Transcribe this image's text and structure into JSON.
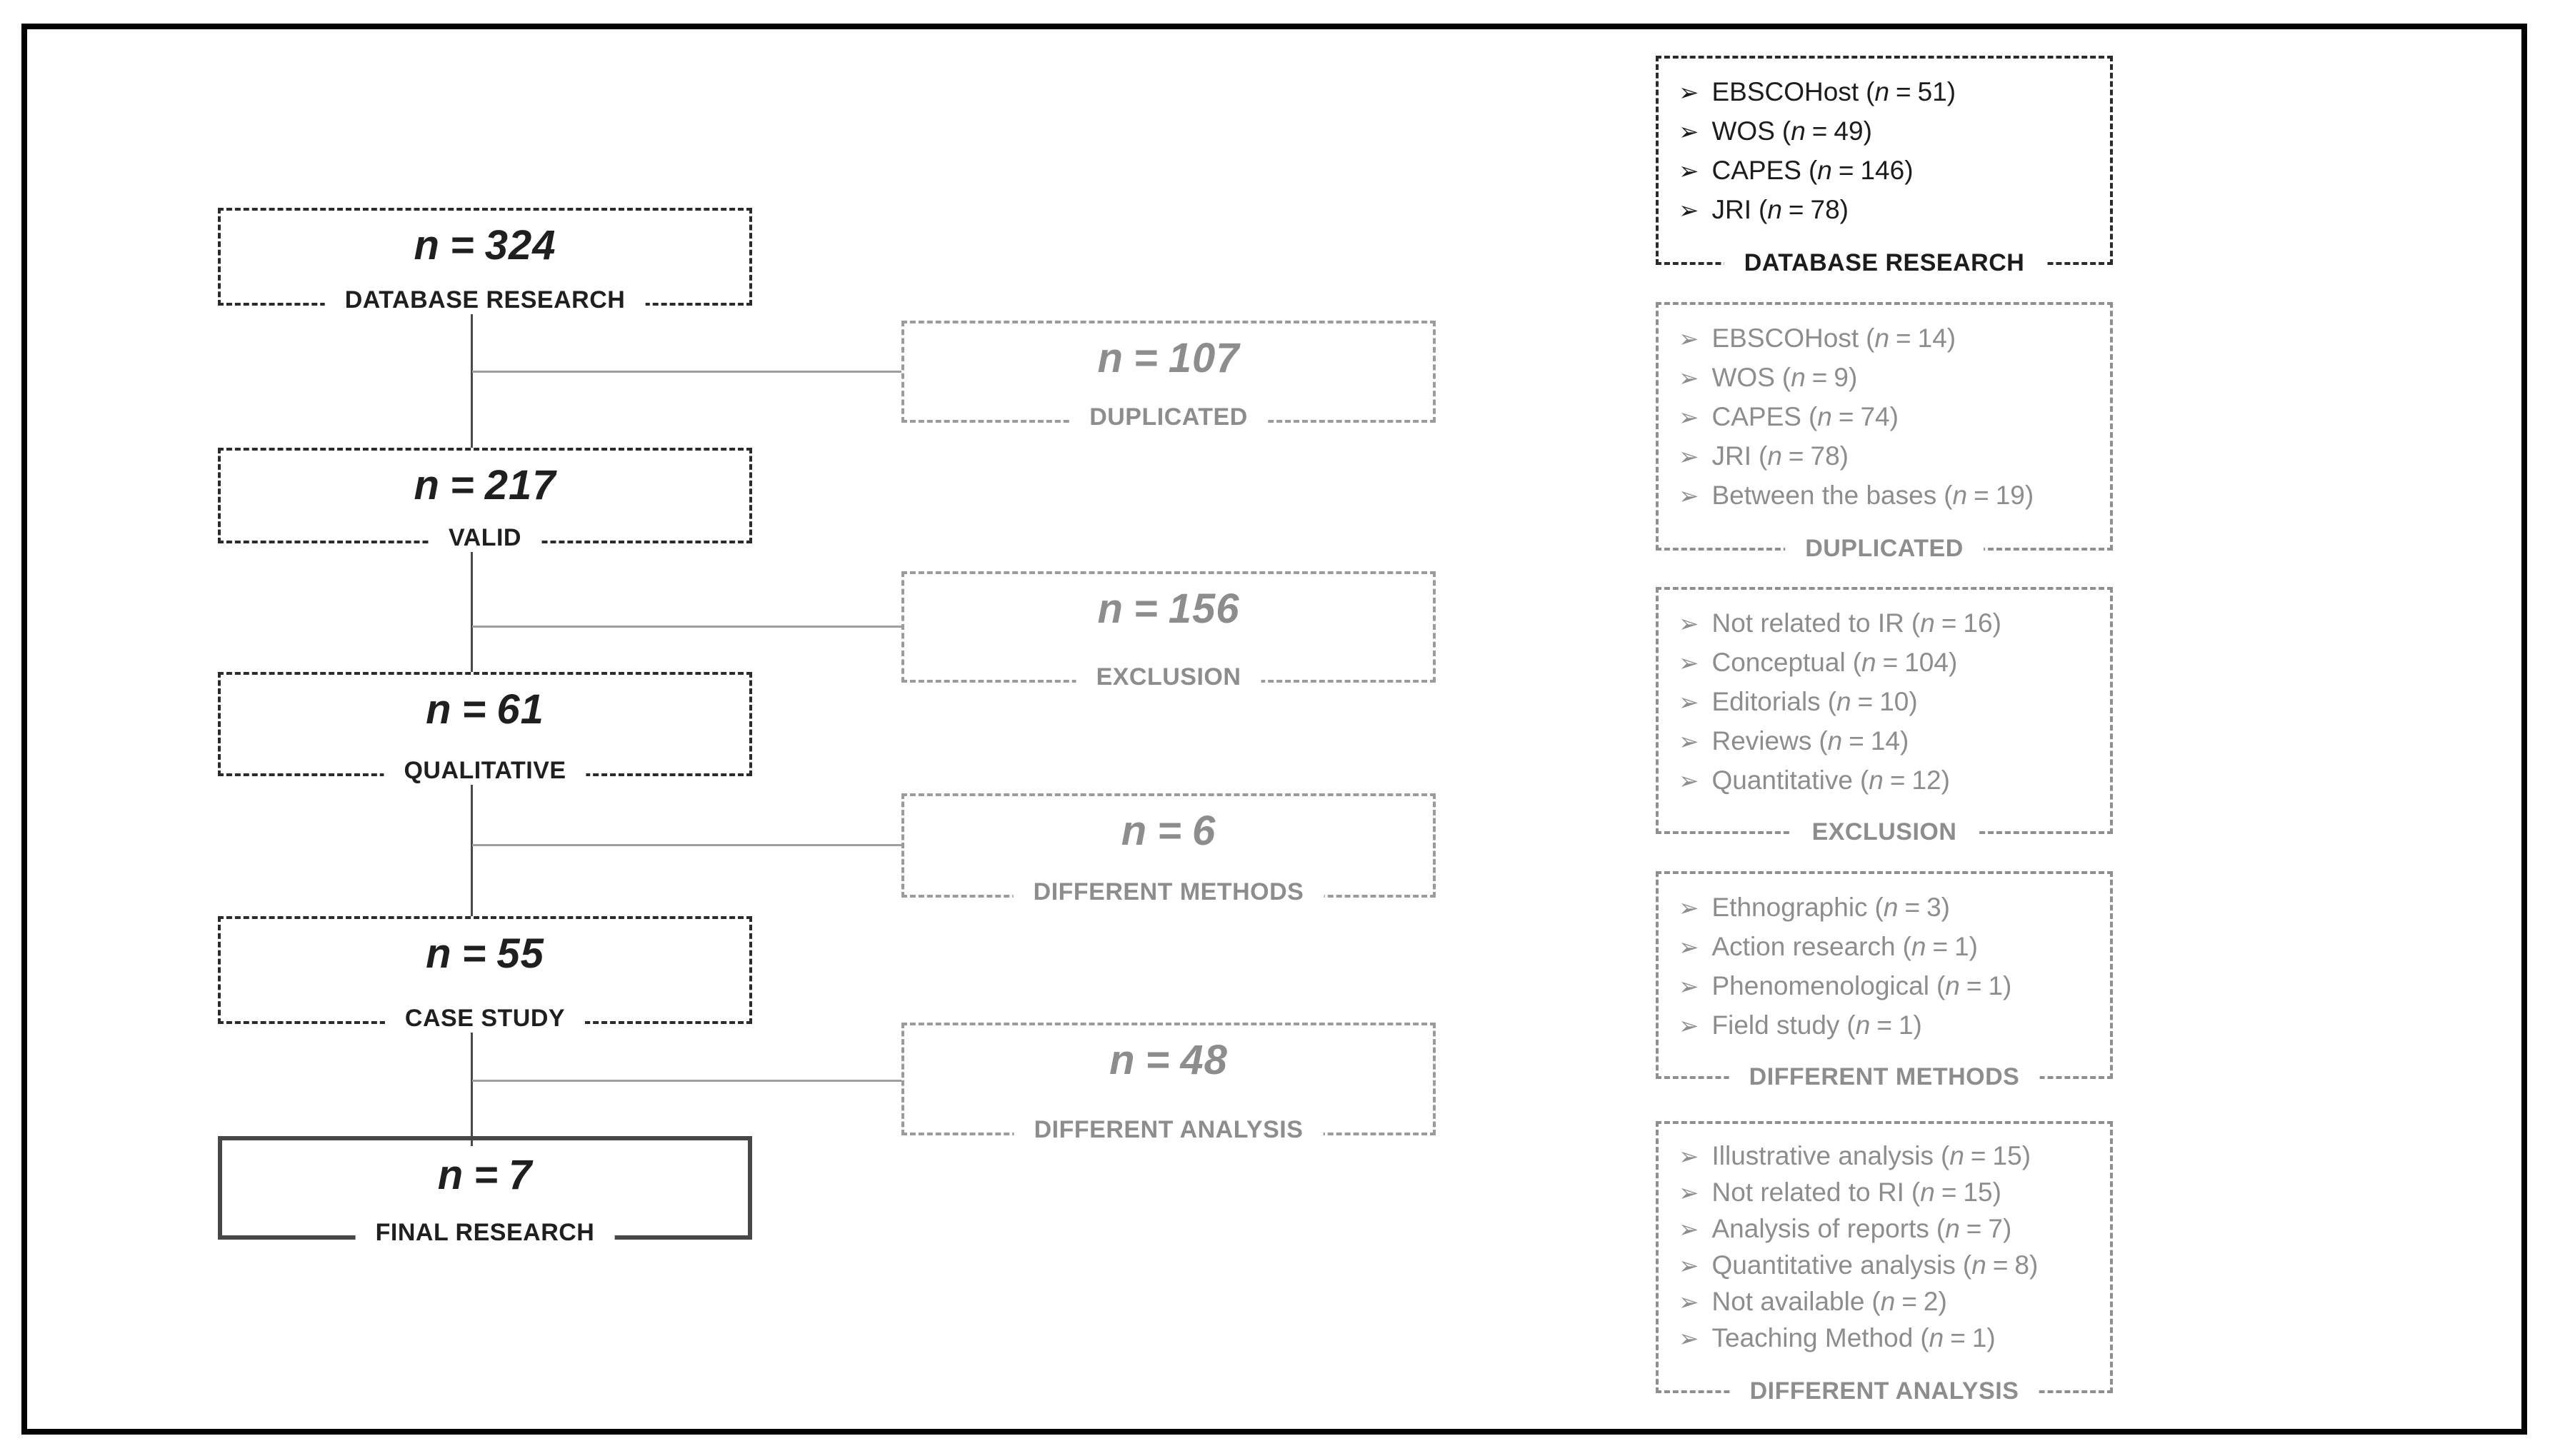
{
  "fmt": {
    "n": "n",
    "eq": "=",
    "open": "(",
    "close": ")",
    "bullet": "➢"
  },
  "colors": {
    "frame": "#000000",
    "dark_text": "#1f1f1f",
    "gray_text": "#8d8d8d",
    "dark_border": "#2b2b2b",
    "gray_border": "#9b9b9b",
    "vertical_line": "#4a4a4a",
    "horizontal_line": "#9e9e9e"
  },
  "flow": [
    {
      "count": "324",
      "label": "DATABASE RESEARCH"
    },
    {
      "count": "217",
      "label": "VALID"
    },
    {
      "count": "61",
      "label": "QUALITATIVE"
    },
    {
      "count": "55",
      "label": "CASE STUDY"
    },
    {
      "count": "7",
      "label": "FINAL RESEARCH"
    }
  ],
  "exclusions": [
    {
      "count": "107",
      "label": "DUPLICATED"
    },
    {
      "count": "156",
      "label": "EXCLUSION"
    },
    {
      "count": "6",
      "label": "DIFFERENT METHODS"
    },
    {
      "count": "48",
      "label": "DIFFERENT ANALYSIS"
    }
  ],
  "details": [
    {
      "label": "DATABASE RESEARCH",
      "items": [
        {
          "label": "EBSCOHost",
          "count": "51"
        },
        {
          "label": "WOS",
          "count": "49"
        },
        {
          "label": "CAPES",
          "count": "146"
        },
        {
          "label": "JRI",
          "count": "78"
        }
      ]
    },
    {
      "label": "DUPLICATED",
      "items": [
        {
          "label": "EBSCOHost",
          "count": "14"
        },
        {
          "label": "WOS",
          "count": "9"
        },
        {
          "label": "CAPES",
          "count": "74"
        },
        {
          "label": "JRI",
          "count": "78"
        },
        {
          "label": "Between the bases",
          "count": "19"
        }
      ]
    },
    {
      "label": "EXCLUSION",
      "items": [
        {
          "label": "Not related to IR",
          "count": "16"
        },
        {
          "label": "Conceptual",
          "count": "104"
        },
        {
          "label": "Editorials",
          "count": "10"
        },
        {
          "label": "Reviews",
          "count": "14"
        },
        {
          "label": "Quantitative",
          "count": "12"
        }
      ]
    },
    {
      "label": "DIFFERENT METHODS",
      "items": [
        {
          "label": "Ethnographic",
          "count": "3"
        },
        {
          "label": "Action research",
          "count": "1"
        },
        {
          "label": "Phenomenological",
          "count": "1"
        },
        {
          "label": "Field study",
          "count": "1"
        }
      ]
    },
    {
      "label": "DIFFERENT ANALYSIS",
      "items": [
        {
          "label": "Illustrative analysis",
          "count": "15"
        },
        {
          "label": "Not related to RI",
          "count": "15"
        },
        {
          "label": "Analysis of reports",
          "count": "7"
        },
        {
          "label": "Quantitative analysis",
          "count": "8"
        },
        {
          "label": "Not available",
          "count": "2"
        },
        {
          "label": "Teaching Method",
          "count": "1"
        }
      ]
    }
  ]
}
